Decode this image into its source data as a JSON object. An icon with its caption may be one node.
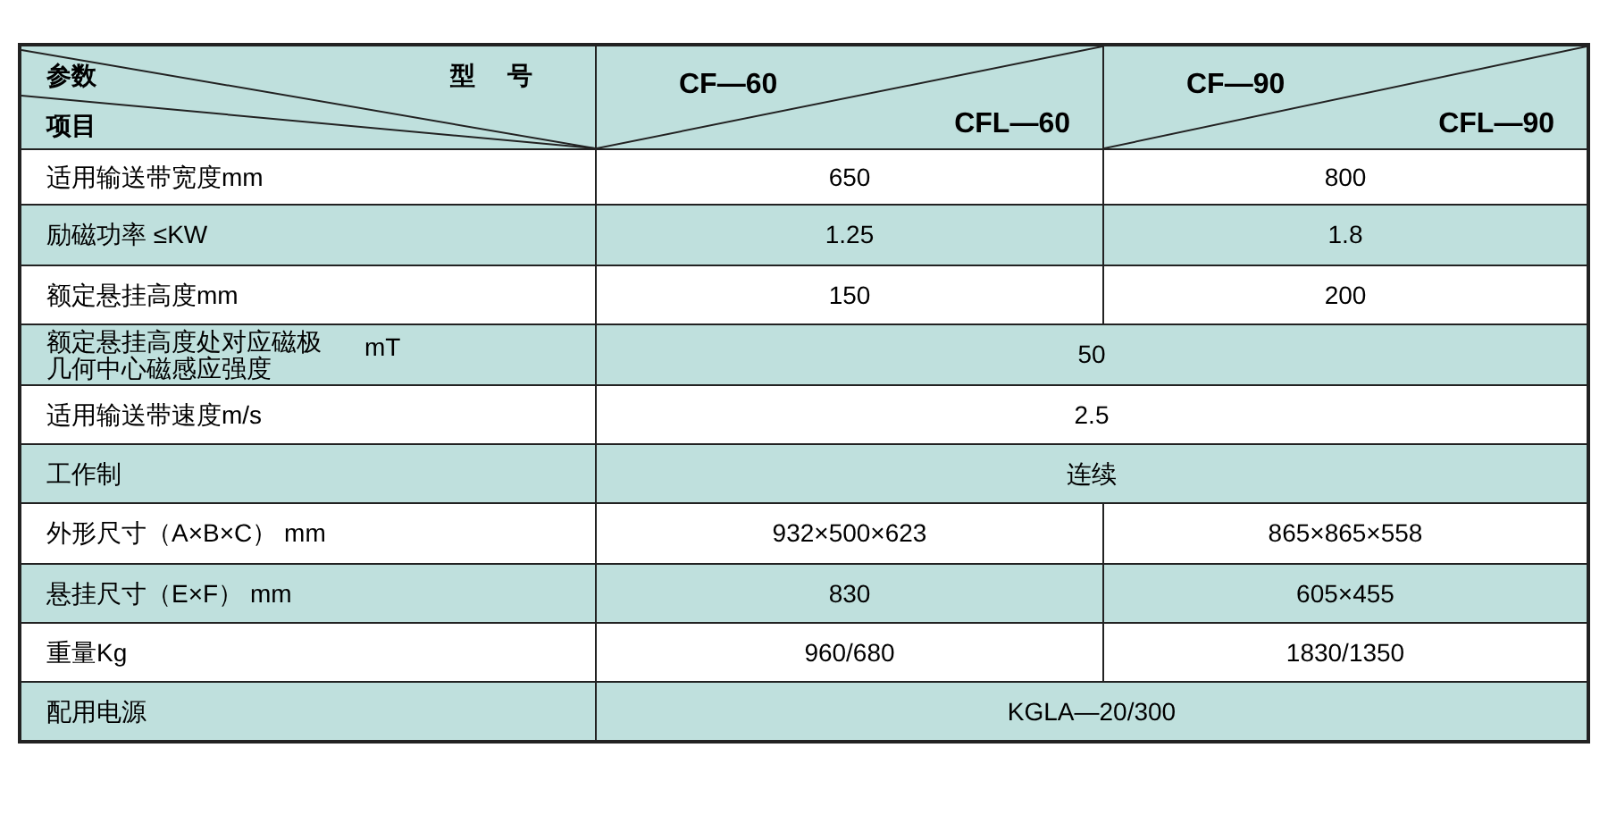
{
  "diagram": {
    "labels": [
      "参数",
      "型 号",
      "项目",
      "CF—60",
      "CFL—60",
      "CF—90",
      "CFL—90",
      "适用输送带宽度mm",
      "650",
      "800",
      "励磁功率 ≤KW",
      "1.25",
      "1.8",
      "额定悬挂高度mm",
      "150",
      "200",
      "额定悬挂高度处对应磁极几何中心磁感应强度",
      "mT",
      "50",
      "适用输送带速度m/s",
      "2.5",
      "工作制",
      "连续",
      "外形尺寸（A×B×C） mm",
      "932×500×623",
      "865×865×558",
      "悬挂尺寸（E×F） mm",
      "830",
      "605×455",
      "重量Kg",
      "960/680",
      "1830/1350",
      "配用电源",
      "KGLA—20/300"
    ]
  }
}
